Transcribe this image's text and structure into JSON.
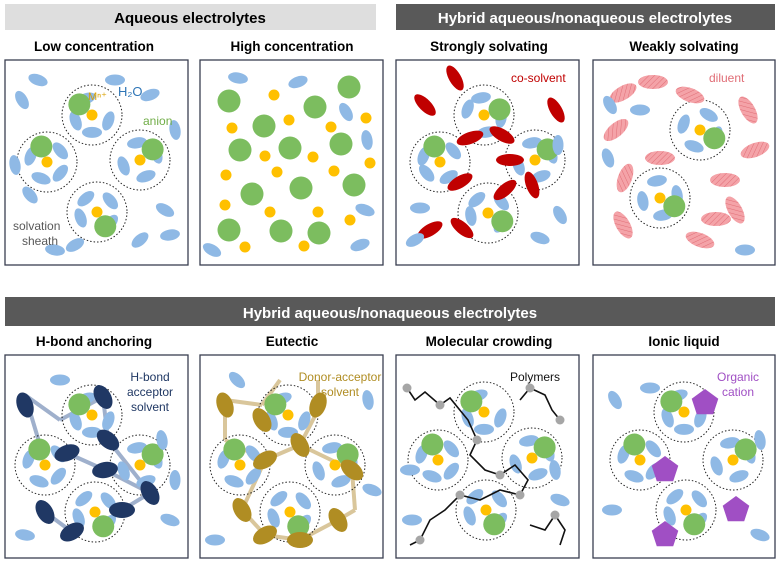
{
  "banners": {
    "aqueous": "Aqueous electrolytes",
    "hybrid_top": "Hybrid aqueous/nonaqueous electrolytes",
    "hybrid_bottom": "Hybrid aqueous/nonaqueous electrolytes"
  },
  "panels": [
    {
      "title": "Low concentration",
      "labels": {
        "metal": "Mⁿ⁺",
        "water": "H₂O",
        "anion": "anion",
        "sheath_1": "solvation",
        "sheath_2": "sheath"
      }
    },
    {
      "title": "High concentration"
    },
    {
      "title": "Strongly solvating",
      "labels": {
        "cosolvent": "co-solvent"
      }
    },
    {
      "title": "Weakly solvating",
      "labels": {
        "diluent": "diluent"
      }
    },
    {
      "title": "H-bond anchoring",
      "labels": {
        "line1": "H-bond",
        "line2": "acceptor",
        "line3": "solvent"
      }
    },
    {
      "title": "Eutectic",
      "labels": {
        "line1": "Donor-acceptor",
        "line2": "solvent"
      }
    },
    {
      "title": "Molecular crowding",
      "labels": {
        "line1": "Polymers"
      }
    },
    {
      "title": "Ionic liquid",
      "labels": {
        "line1": "Organic",
        "line2": "cation"
      }
    }
  ],
  "colors": {
    "banner_light": "#dedede",
    "banner_dark": "#595959",
    "water": "#8fb9e5",
    "anion": "#7cbd5f",
    "metal": "#ffc000",
    "cosolvent": "#c00000",
    "diluent": "#f4a3a8",
    "hbond": "#203864",
    "eutectic": "#b08d23",
    "eutectic_bond": "#d9c69b",
    "polymer": "#111111",
    "polymer_node": "#a6a6a6",
    "cation": "#a04fc4",
    "metal_label": "#d9a000",
    "water_label": "#2e75b6",
    "anion_label": "#70ad47",
    "sheath_label": "#595959"
  }
}
